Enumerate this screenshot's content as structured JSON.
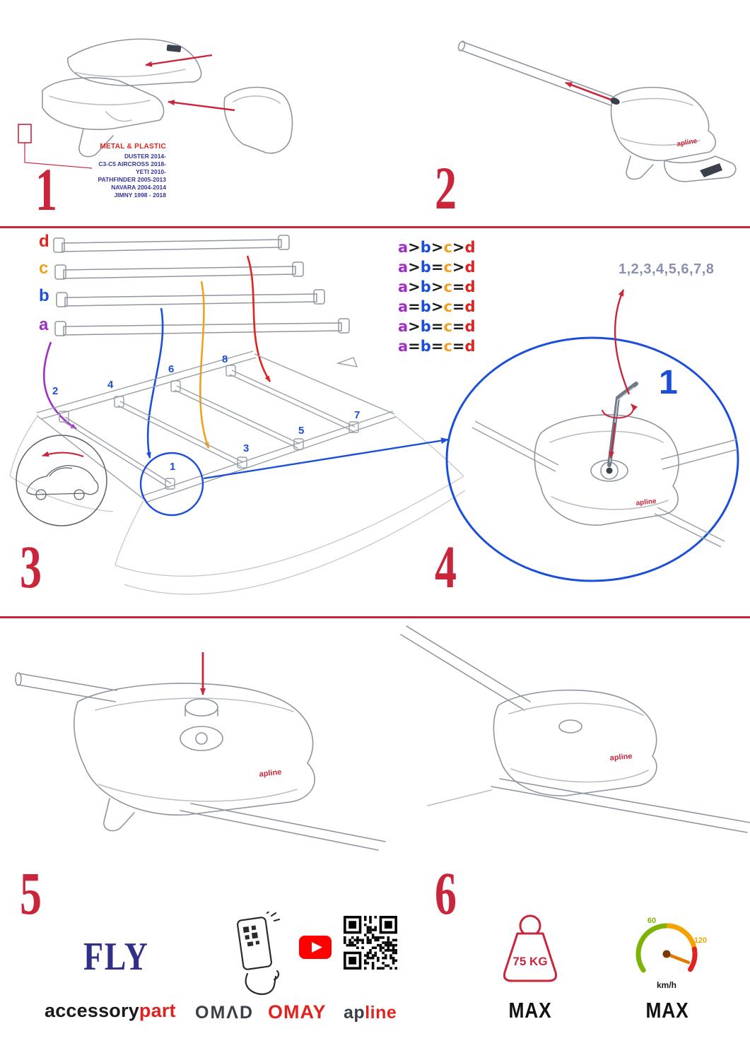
{
  "colors": {
    "accent_red": "#c9253b",
    "accent_blue": "#1c4fd8",
    "navy": "#35349b"
  },
  "steps": {
    "s1": "1",
    "s2": "2",
    "s3": "3",
    "s4": "4",
    "s5": "5",
    "s6": "6"
  },
  "step1": {
    "material_label": "METAL & PLASTIC",
    "compatibility": [
      "DUSTER 2014-",
      "C3-C5 AIRCROSS 2018-",
      "YETI 2010-",
      "PATHFINDER 2005-2013",
      "NAVARA 2004-2014",
      "JIMNY 1998 - 2018"
    ]
  },
  "step3": {
    "bars": [
      {
        "label": "d",
        "color": "#e0231f"
      },
      {
        "label": "c",
        "color": "#f0a11e"
      },
      {
        "label": "b",
        "color": "#1c4fd8"
      },
      {
        "label": "a",
        "color": "#a12fc4"
      }
    ],
    "letter_colors": {
      "a": "#a12fc4",
      "b": "#1c4fd8",
      "c": "#f0a11e",
      "d": "#e0231f",
      "op": "#1d1d1b"
    },
    "comparisons": [
      "a>b>c>d",
      "a>b=c>d",
      "a>b>c=d",
      "a=b>c=d",
      "a>b=c=d",
      "a=b=c=d"
    ],
    "position_numbers": [
      "1",
      "2",
      "3",
      "4",
      "5",
      "6",
      "7",
      "8"
    ]
  },
  "step4": {
    "sequence": "1,2,3,4,5,6,7,8",
    "highlight": "1"
  },
  "brand": {
    "foot_label": "apline"
  },
  "footer": {
    "fly": "FLY",
    "accessory": "accessory",
    "part": "part",
    "omad": "OMΛD",
    "omay": "OMAY",
    "apline_ap": "ap",
    "apline_line": "line",
    "weight_value": "75 KG",
    "weight_max": "MAX",
    "speed_low": "60",
    "speed_high": "120",
    "speed_unit": "km/h",
    "speed_max": "MAX"
  }
}
